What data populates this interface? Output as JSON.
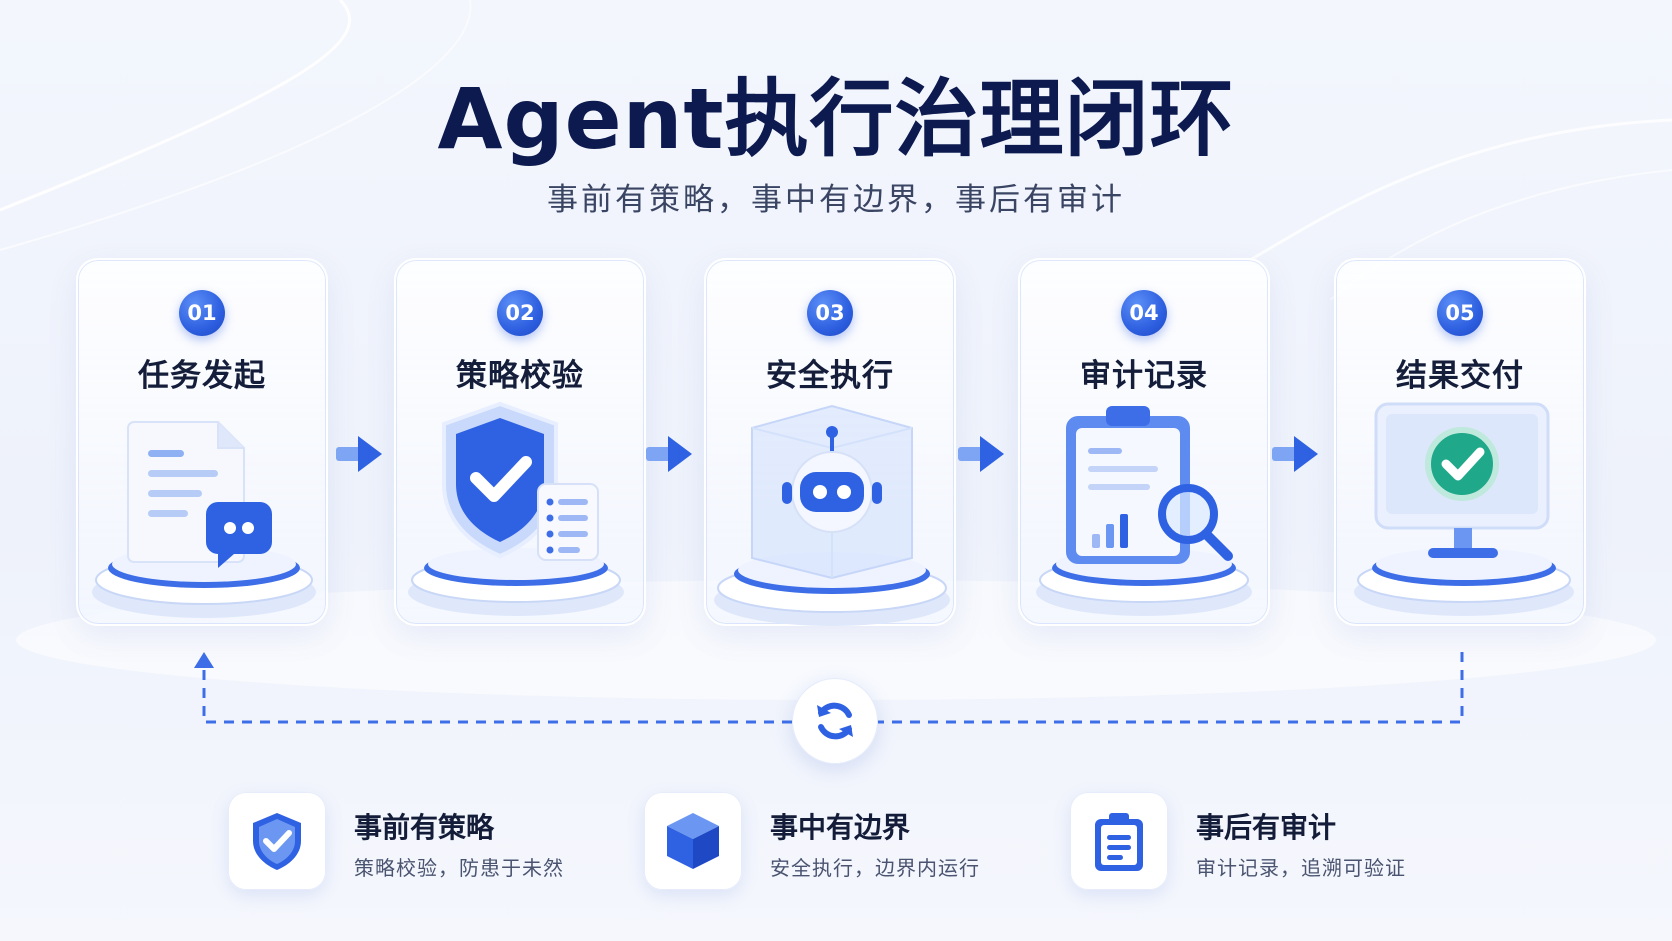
{
  "title": "Agent执行治理闭环",
  "subtitle": "事前有策略，事中有边界，事后有审计",
  "steps": [
    {
      "num": "01",
      "label": "任务发起",
      "icon": "document-chat-icon"
    },
    {
      "num": "02",
      "label": "策略校验",
      "icon": "shield-check-icon"
    },
    {
      "num": "03",
      "label": "安全执行",
      "icon": "robot-cube-icon"
    },
    {
      "num": "04",
      "label": "审计记录",
      "icon": "clipboard-magnifier-icon"
    },
    {
      "num": "05",
      "label": "结果交付",
      "icon": "monitor-check-icon"
    }
  ],
  "loop_icon": "refresh-cycle-icon",
  "features": [
    {
      "title": "事前有策略",
      "desc": "策略校验，防患于未然",
      "icon": "shield-check-icon"
    },
    {
      "title": "事中有边界",
      "desc": "安全执行，边界内运行",
      "icon": "cube-icon"
    },
    {
      "title": "事后有审计",
      "desc": "审计记录，追溯可验证",
      "icon": "clipboard-list-icon"
    }
  ],
  "colors": {
    "accent": "#2d5fe0",
    "title": "#0c1a4f",
    "success": "#1fa98a"
  }
}
